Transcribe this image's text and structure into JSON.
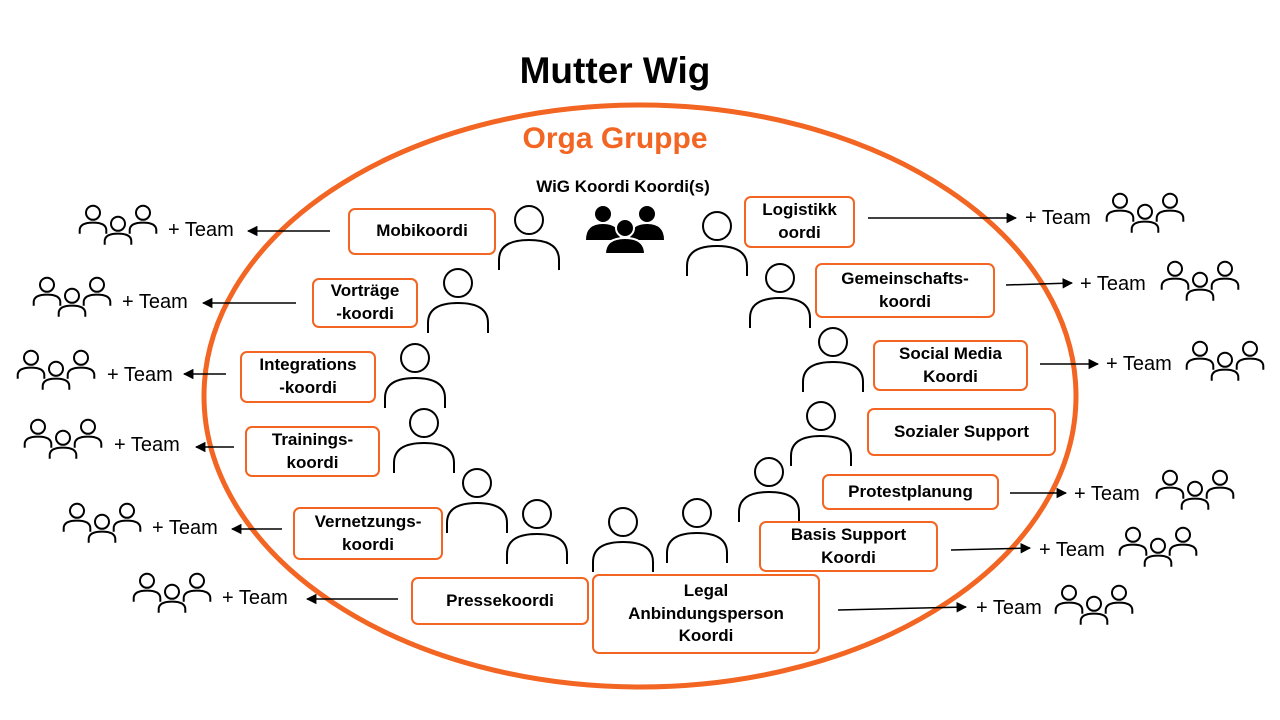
{
  "title": "Mutter Wig",
  "subtitle": "Orga Gruppe",
  "center_label": "WiG Koordi Koordi(s)",
  "accent_color": "#f26522",
  "team_label": "+ Team",
  "coordinators": [
    {
      "id": "mobikoordi",
      "label": "Mobikoordi"
    },
    {
      "id": "vortraege",
      "label": "Vorträge\n-koordi"
    },
    {
      "id": "integrations",
      "label": "Integrations\n-koordi"
    },
    {
      "id": "trainings",
      "label": "Trainings-\nkoordi"
    },
    {
      "id": "vernetzungs",
      "label": "Vernetzungs-\nkoordi"
    },
    {
      "id": "presse",
      "label": "Pressekoordi"
    },
    {
      "id": "legal",
      "label": "Legal\nAnbindungsperson\nKoordi"
    },
    {
      "id": "logistikk",
      "label": "Logistikk\noordi"
    },
    {
      "id": "gemeinschafts",
      "label": "Gemeinschafts-\nkoordi"
    },
    {
      "id": "social-media",
      "label": "Social Media\nKoordi"
    },
    {
      "id": "sozialer-support",
      "label": "Sozialer Support"
    },
    {
      "id": "protestplanung",
      "label": "Protestplanung"
    },
    {
      "id": "basis-support",
      "label": "Basis Support\nKoordi"
    }
  ],
  "icons": {
    "person": "person-icon",
    "group": "group-icon",
    "team": "team-icon",
    "arrow": "arrow"
  }
}
